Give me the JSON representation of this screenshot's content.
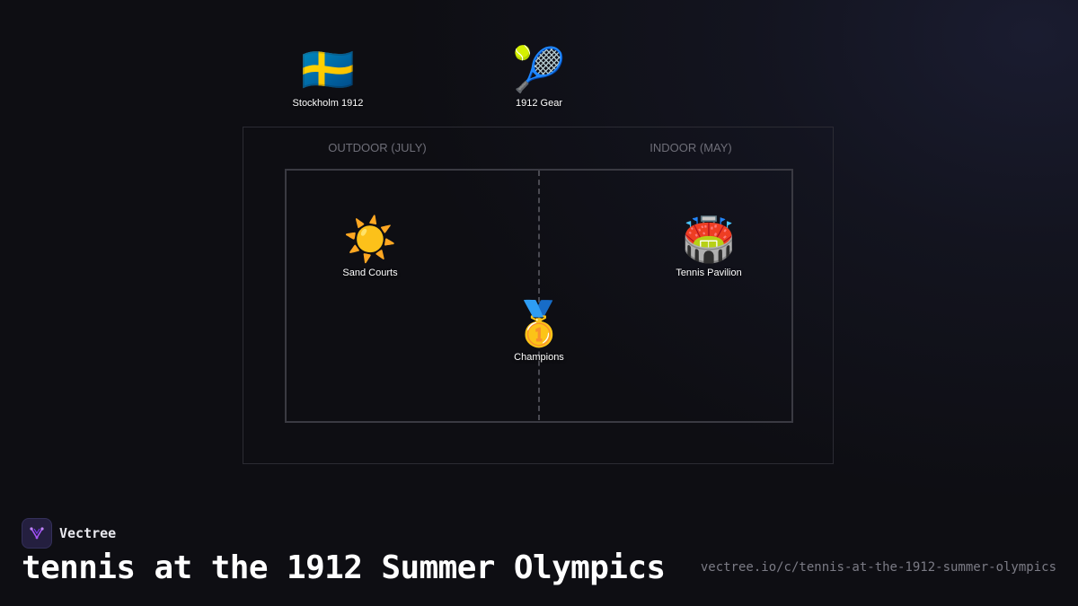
{
  "header_nodes": [
    {
      "emoji": "🇸🇪",
      "label": "Stockholm 1912"
    },
    {
      "emoji": "🎾",
      "label": "1912 Gear"
    }
  ],
  "zones": {
    "left_title": "OUTDOOR (JULY)",
    "right_title": "INDOOR (MAY)"
  },
  "nodes": [
    {
      "emoji": "☀️",
      "label": "Sand Courts"
    },
    {
      "emoji": "🏟️",
      "label": "Tennis Pavilion"
    },
    {
      "emoji": "🥇",
      "label": "Champions"
    }
  ],
  "footer": {
    "brand_name": "Vectree",
    "title": "tennis at the 1912 Summer Olympics",
    "url": "vectree.io/c/tennis-at-the-1912-summer-olympics"
  },
  "colors": {
    "background": "#0e0e13",
    "frame_border": "#3a3a42",
    "zone_title": "#6e6e78",
    "brand_logo": "#241f3f",
    "brand_accent": "#a855f7"
  }
}
